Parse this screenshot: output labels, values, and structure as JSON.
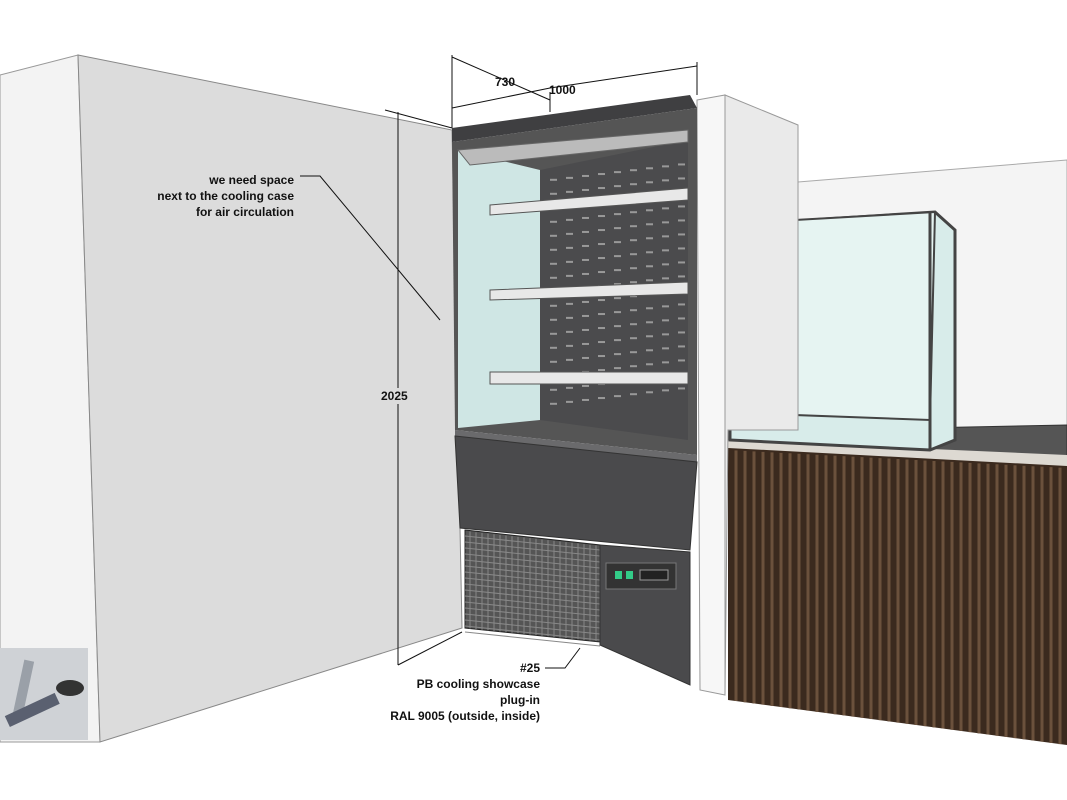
{
  "dimensions": {
    "depth": "730",
    "width": "1000",
    "height": "2025"
  },
  "annotation": {
    "line1": "we need space",
    "line2": "next to the cooling case",
    "line3": "for air circulation"
  },
  "product": {
    "number": "#25",
    "name": "PB cooling showcase",
    "type": "plug-in",
    "color": "RAL 9005 (outside, inside)"
  },
  "colors": {
    "case": "#4a4a4c",
    "wall": "#dcdcdc",
    "wood": "#3b2a1e",
    "glass": "#d8ecea"
  }
}
